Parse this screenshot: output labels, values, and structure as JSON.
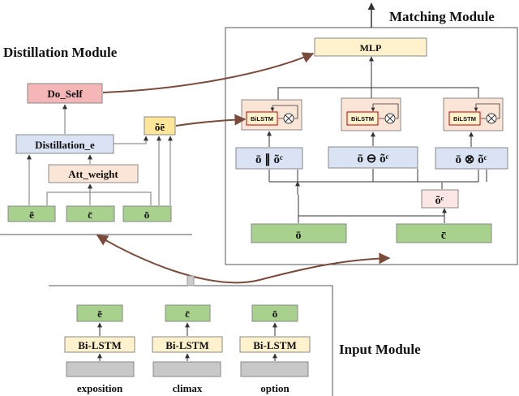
{
  "modules": {
    "matching": "Matching Module",
    "distillation": "Distillation Module",
    "input": "Input Module"
  },
  "matching": {
    "mlp": "MLP",
    "bilstm": "BiLSTM",
    "op_concat": "ō ∥ õᶜ",
    "op_sub": "ō ⊖ õᶜ",
    "op_mul": "ō ⊗ õᶜ",
    "o_tilde_c": "õᶜ",
    "o_bar": "ō",
    "c_bar": "c̄"
  },
  "distillation": {
    "do_self": "Do_Self",
    "distill_e": "Distillation_e",
    "att_weight": "Att_weight",
    "o_tilde_e": "õē",
    "e_bar": "ē",
    "c_bar": "c̄",
    "o_bar": "ō"
  },
  "input": {
    "e_bar": "ē",
    "c_bar": "c̄",
    "o_bar": "ō",
    "bilstm": "Bi-LSTM",
    "labels": [
      "exposition",
      "climax",
      "option"
    ]
  },
  "colors": {
    "green": "#a9d18e",
    "peach": "#fbe5d6",
    "yellow": "#ffe699",
    "pink": "#f4b6b6",
    "lightblue": "#dae3f3",
    "arrow": "#7a4a3a",
    "gray": "#c8c8c8",
    "red": "#cc2a2a"
  }
}
